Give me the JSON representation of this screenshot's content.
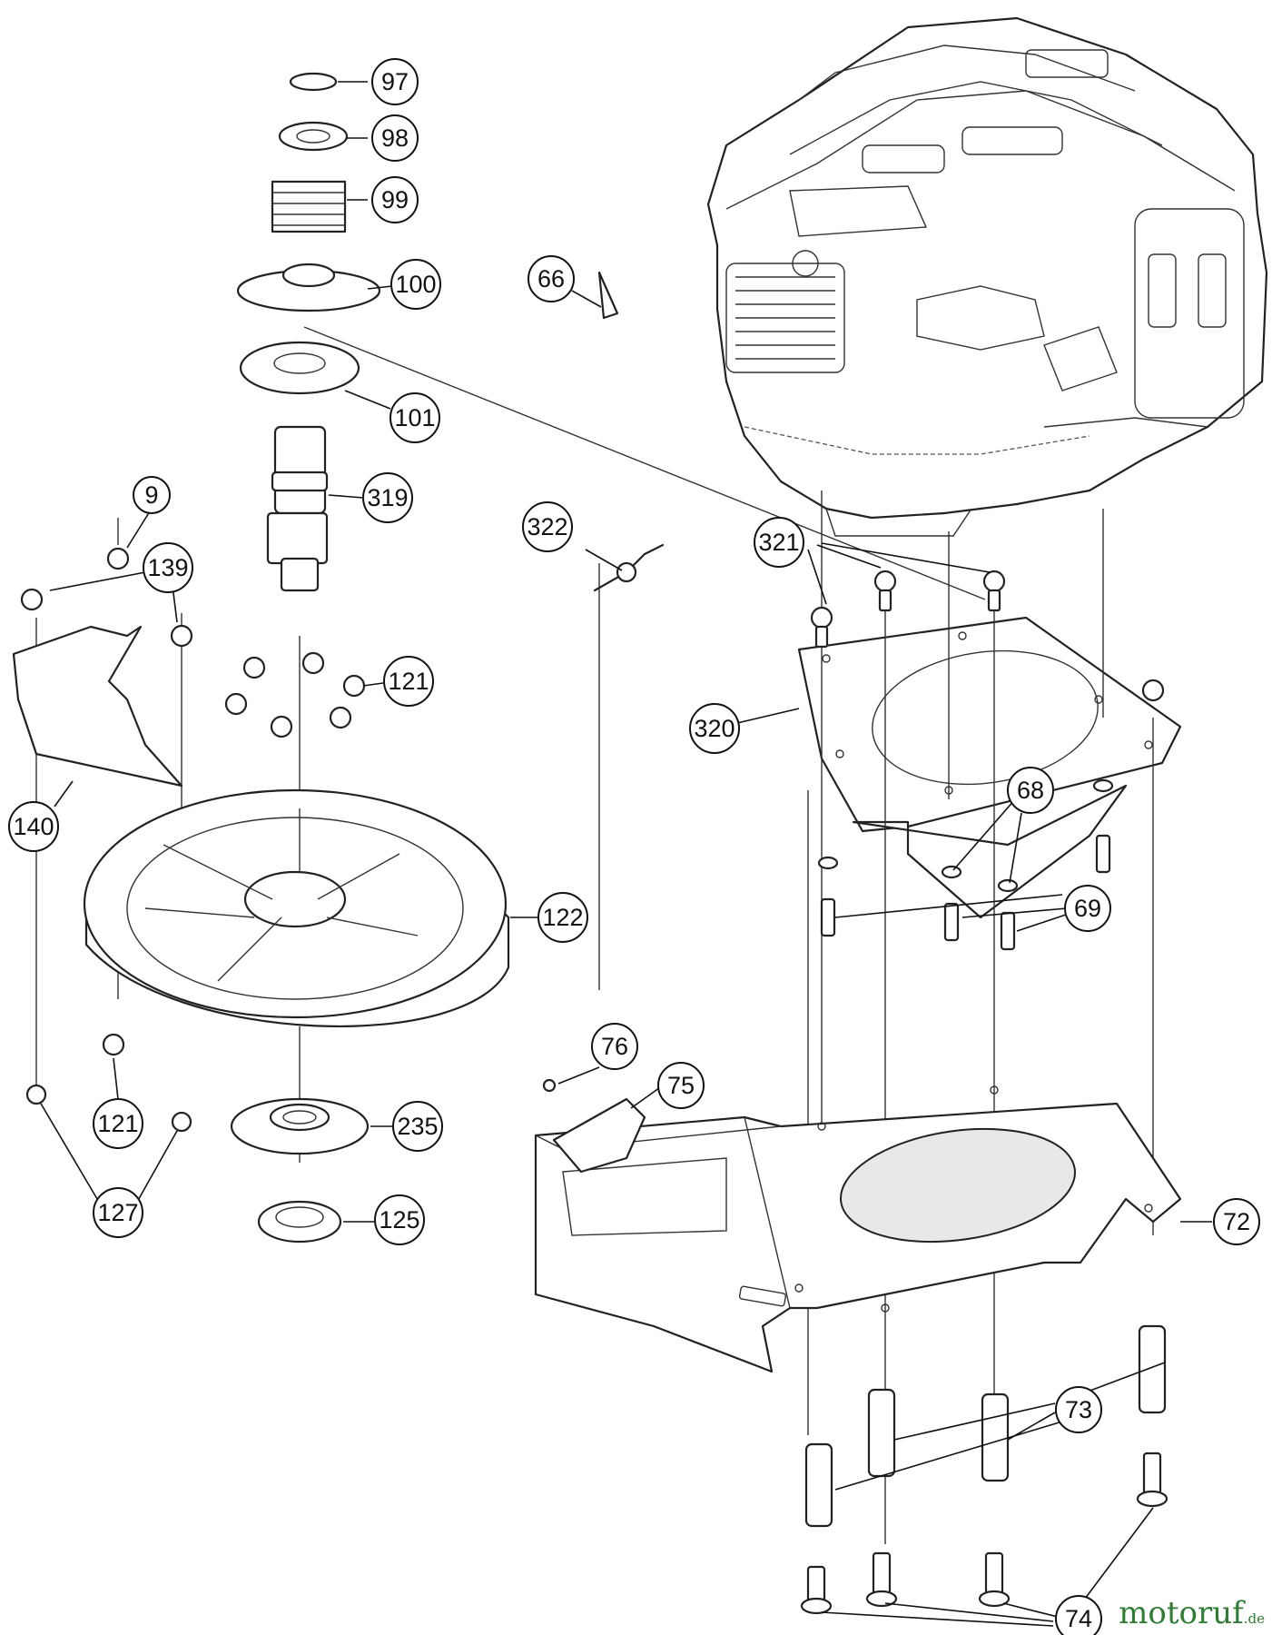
{
  "callouts": {
    "c97": "97",
    "c98": "98",
    "c99": "99",
    "c100": "100",
    "c66": "66",
    "c101": "101",
    "c319": "319",
    "c9": "9",
    "c139": "139",
    "c322": "322",
    "c321": "321",
    "c121a": "121",
    "c320": "320",
    "c140": "140",
    "c68": "68",
    "c69": "69",
    "c122": "122",
    "c76": "76",
    "c75": "75",
    "c121b": "121",
    "c235": "235",
    "c127": "127",
    "c125": "125",
    "c72": "72",
    "c73": "73",
    "c74": "74"
  },
  "watermark": {
    "brand": "motoruf",
    "suffix": ".de"
  }
}
